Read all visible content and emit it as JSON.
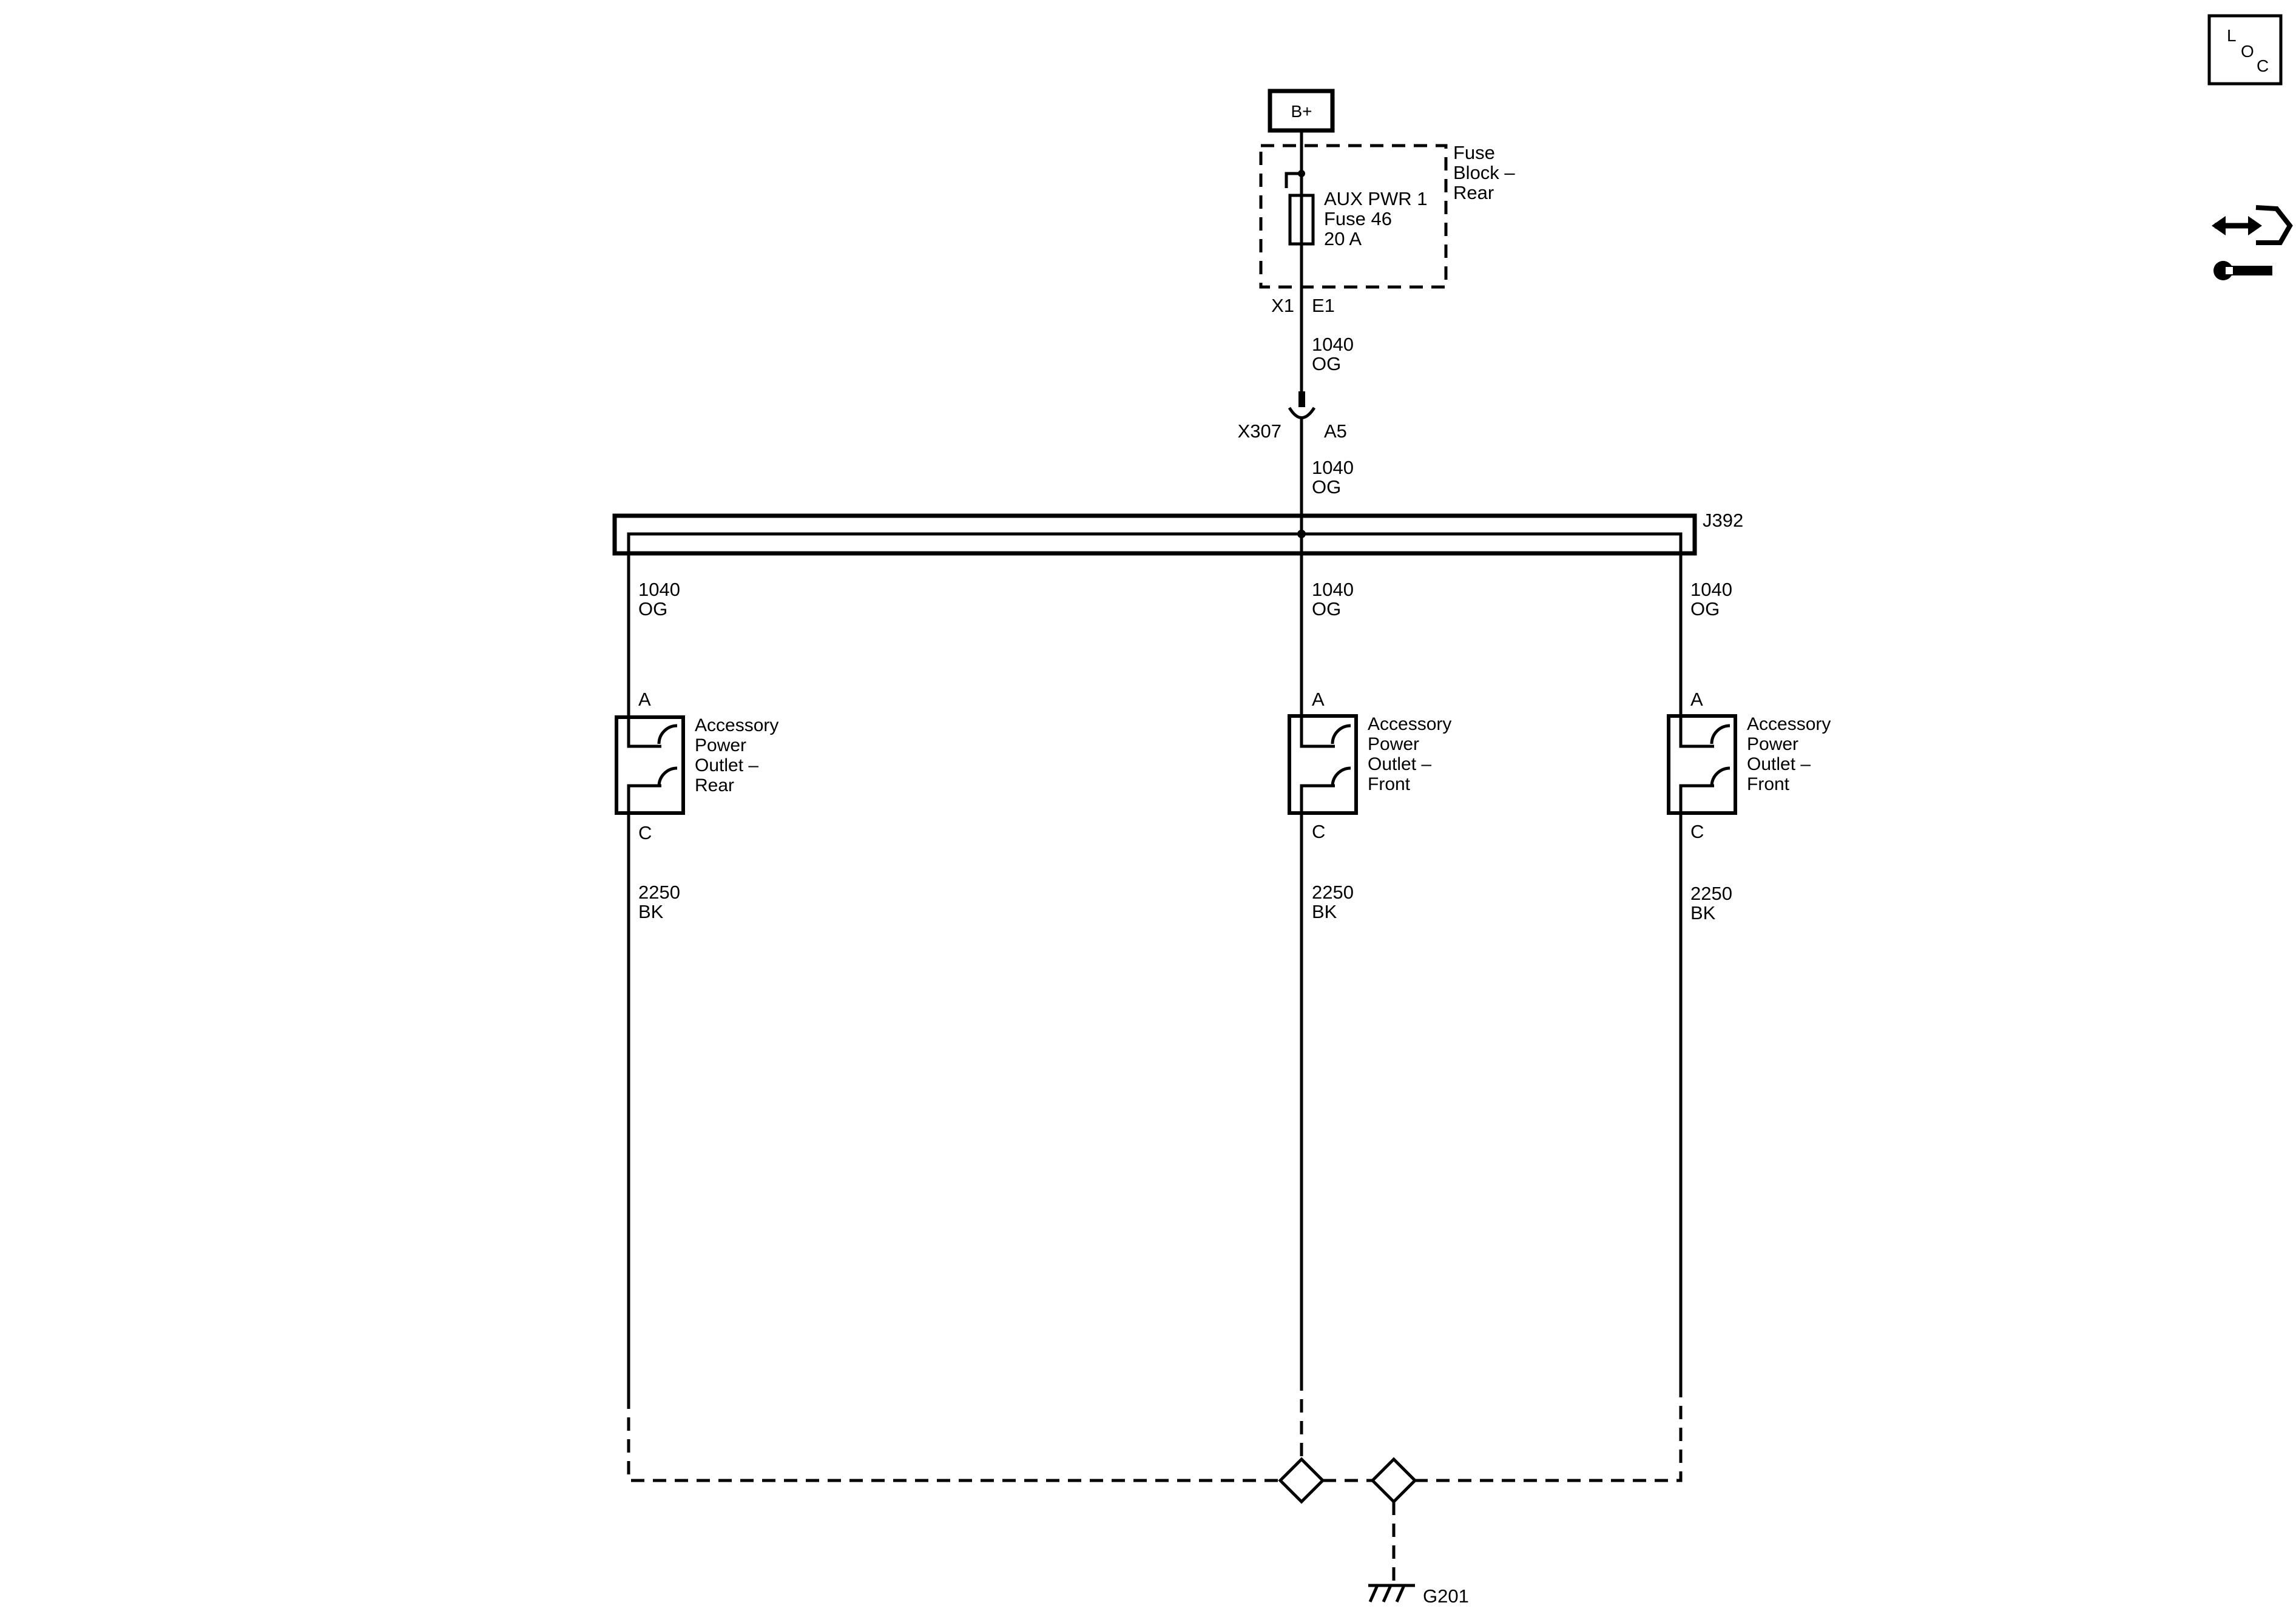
{
  "power_source": {
    "label": "B+"
  },
  "fuse_block": {
    "name_lines": [
      "Fuse",
      "Block –",
      "Rear"
    ],
    "fuse_lines": [
      "AUX PWR 1",
      "Fuse 46",
      "20 A"
    ],
    "connector": "X1",
    "terminal": "E1"
  },
  "wire_feed_1": {
    "circuit": "1040",
    "color": "OG"
  },
  "inline_connector": {
    "name": "X307",
    "terminal": "A5"
  },
  "wire_feed_2": {
    "circuit": "1040",
    "color": "OG"
  },
  "splice": {
    "name": "J392"
  },
  "outlets": [
    {
      "branch": {
        "circuit": "1040",
        "color": "OG"
      },
      "terminal_a": "A",
      "name_lines": [
        "Accessory",
        "Power",
        "Outlet –",
        "Rear"
      ],
      "terminal_c": "C",
      "ground_wire": {
        "circuit": "2250",
        "color": "BK"
      }
    },
    {
      "branch": {
        "circuit": "1040",
        "color": "OG"
      },
      "terminal_a": "A",
      "name_lines": [
        "Accessory",
        "Power",
        "Outlet –",
        "Front"
      ],
      "terminal_c": "C",
      "ground_wire": {
        "circuit": "2250",
        "color": "BK"
      }
    },
    {
      "branch": {
        "circuit": "1040",
        "color": "OG"
      },
      "terminal_a": "A",
      "name_lines": [
        "Accessory",
        "Power",
        "Outlet –",
        "Front"
      ],
      "terminal_c": "C",
      "ground_wire": {
        "circuit": "2250",
        "color": "BK"
      }
    }
  ],
  "ground": {
    "name": "G201"
  },
  "loc_icon": {
    "letters": [
      "L",
      "O",
      "C"
    ]
  },
  "icons": {
    "loc": "loc-icon",
    "service": "service-arrows-wrench-icon"
  },
  "colors": {
    "line": "#000000",
    "background": "#ffffff"
  }
}
